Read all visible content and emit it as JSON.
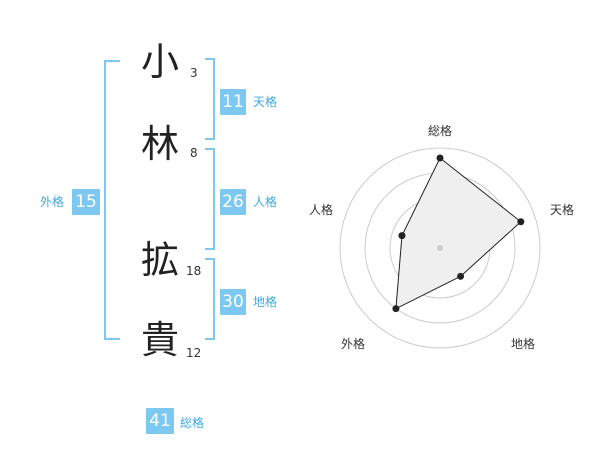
{
  "name": {
    "chars": [
      {
        "char": "小",
        "strokes": "3"
      },
      {
        "char": "林",
        "strokes": "8"
      },
      {
        "char": "拡",
        "strokes": "18"
      },
      {
        "char": "貴",
        "strokes": "12"
      }
    ]
  },
  "kakusu": {
    "tenkaku": {
      "value": "11",
      "label": "天格"
    },
    "jinkaku": {
      "value": "26",
      "label": "人格"
    },
    "chikaku": {
      "value": "30",
      "label": "地格"
    },
    "gaikaku": {
      "value": "15",
      "label": "外格"
    },
    "soukaku": {
      "value": "41",
      "label": "総格"
    }
  },
  "radar": {
    "axes": [
      "総格",
      "天格",
      "地格",
      "外格",
      "人格"
    ],
    "values": [
      0.9,
      0.85,
      0.35,
      0.75,
      0.4
    ],
    "fill_color": "#efefef",
    "line_color": "#222222",
    "ring_color": "#cccccc"
  },
  "colors": {
    "accent": "#7cc8f0",
    "accent_text": "#3fa9e0"
  }
}
